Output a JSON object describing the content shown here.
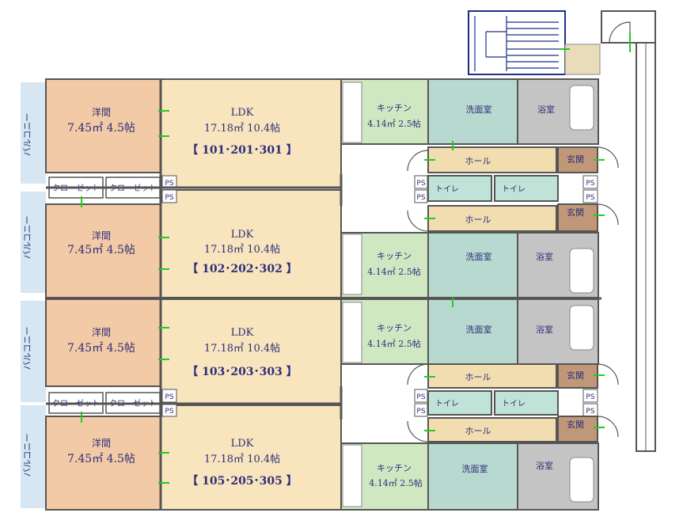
{
  "labels": {
    "balcony": "バルコニー",
    "bedroom_name": "洋間",
    "bedroom_size": "7.45㎡ 4.5帖",
    "ldk_name": "LDK",
    "ldk_size": "17.18㎡ 10.4帖",
    "closet": "クローゼット",
    "ps": "PS",
    "kitchen_name": "キッチン",
    "kitchen_size": "4.14㎡ 2.5帖",
    "washroom": "洗面室",
    "bathroom": "浴室",
    "hall": "ホール",
    "toilet": "トイレ",
    "entrance": "玄関"
  },
  "units": [
    {
      "rooms": "【 101･201･301 】"
    },
    {
      "rooms": "【 102･202･302 】"
    },
    {
      "rooms": "【 103･203･303 】"
    },
    {
      "rooms": "【 105･205･305 】"
    }
  ],
  "colors": {
    "bedroom": "#f2caa6",
    "ldk": "#f8e4bd",
    "kitchen": "#cfe8c2",
    "washroom": "#b8d9cf",
    "bathroom": "#c4c4c4",
    "hall": "#f2ddb0",
    "toilet": "#bfe3d6",
    "entrance": "#c09878",
    "closet": "#ffffff",
    "balcony": "#d6e6f2",
    "wall": "#555555",
    "stair": "#1c2f8a",
    "mark": "#22cc22"
  }
}
